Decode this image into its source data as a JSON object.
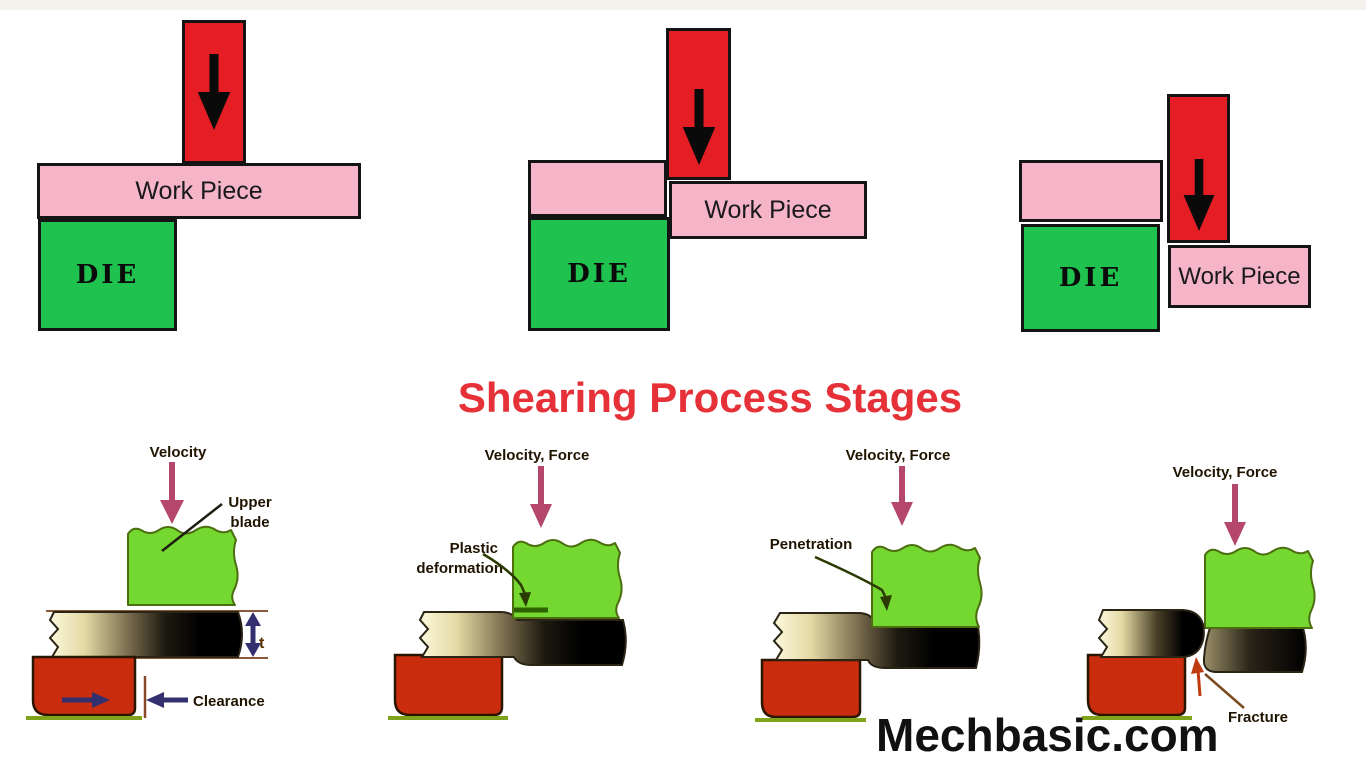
{
  "title": {
    "text": "Shearing Process Stages"
  },
  "top_row": {
    "stage1": {
      "workpiece": "Work Piece",
      "die": "DIE"
    },
    "stage2": {
      "workpiece": "Work Piece",
      "die": "DIE"
    },
    "stage3": {
      "workpiece": "Work Piece",
      "die": "DIE"
    }
  },
  "bottom_row": {
    "stage1": {
      "velocity": "Velocity",
      "blade_label_line1": "Upper",
      "blade_label_line2": "blade",
      "thickness": "t",
      "clearance": "Clearance"
    },
    "stage2": {
      "velocity": "Velocity, Force",
      "label_line1": "Plastic",
      "label_line2": "deformation"
    },
    "stage3": {
      "velocity": "Velocity, Force",
      "label": "Penetration"
    },
    "stage4": {
      "velocity": "Velocity, Force",
      "label": "Fracture"
    }
  },
  "watermark": {
    "text": "Mechbasic.com"
  },
  "colors": {
    "punch_red": "#e51e26",
    "workpiece_pink": "#f6b4c9",
    "die_green": "#1fc24e",
    "title_red": "#e53137",
    "blade_green": "#74d830",
    "lower_die_red": "#ca2d0d",
    "arrow_magenta": "#b5476d",
    "dimension_navy": "#333070",
    "ground_green": "#7fa31a"
  }
}
